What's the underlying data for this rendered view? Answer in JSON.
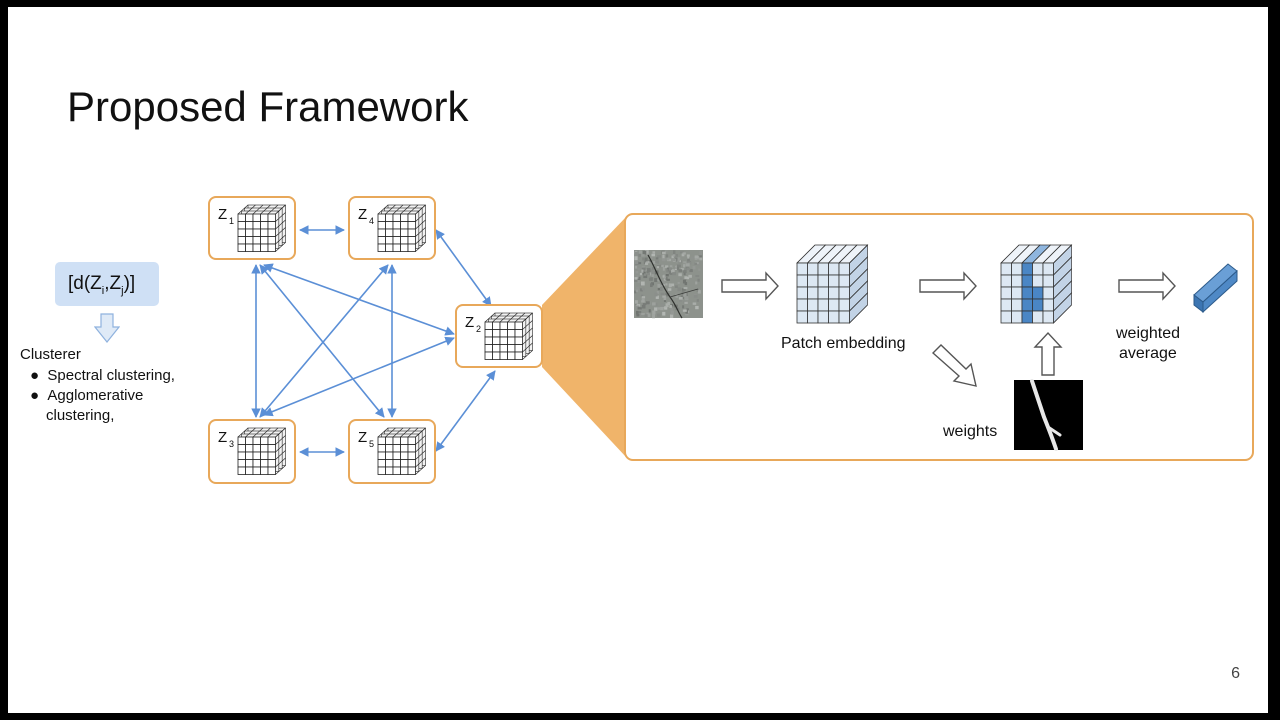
{
  "slide": {
    "title": "Proposed Framework",
    "page_number": "6"
  },
  "distance_matrix": {
    "label_open": "[d(Z",
    "label_i": "i",
    "label_sep": ",Z",
    "label_j": "j",
    "label_close": ")]"
  },
  "clusterer": {
    "heading": "Clusterer",
    "items": [
      "Spectral clustering,",
      "Agglomerative",
      "clustering,"
    ]
  },
  "nodes": [
    {
      "letter": "Z",
      "sub": "1"
    },
    {
      "letter": "Z",
      "sub": "4"
    },
    {
      "letter": "Z",
      "sub": "2"
    },
    {
      "letter": "Z",
      "sub": "3"
    },
    {
      "letter": "Z",
      "sub": "5"
    }
  ],
  "pipeline": {
    "patch_embedding_label": "Patch embedding",
    "weights_label": "weights",
    "weighted_average_line1": "weighted",
    "weighted_average_line2": "average"
  },
  "colors": {
    "orange": "#e8a85a",
    "orange_fill": "#f0b46a",
    "edge_blue": "#5b8fd6",
    "cube_light": "#dde8f3",
    "cube_dark": "#4a86c5",
    "matrix_box": "#cfe0f5"
  }
}
